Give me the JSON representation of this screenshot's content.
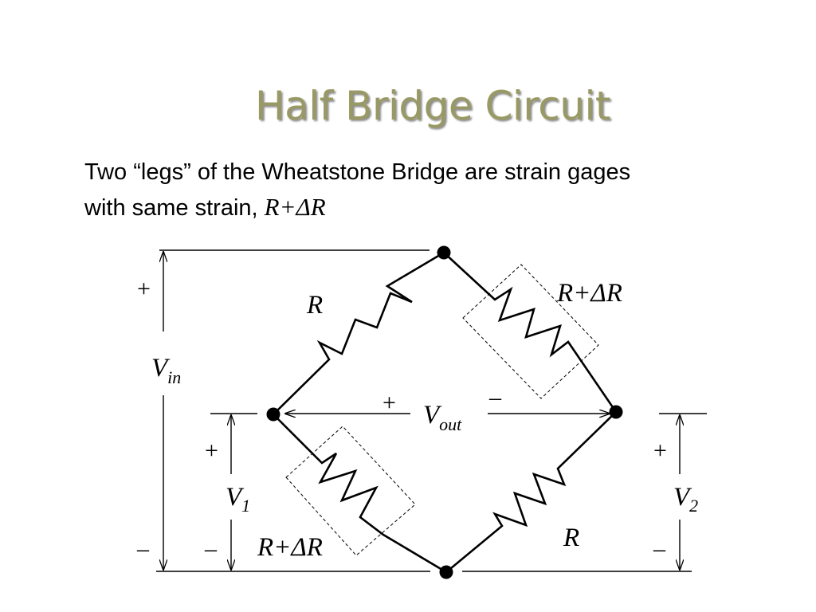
{
  "slide": {
    "title": "Half Bridge Circuit",
    "body_line1": "Two “legs” of the Wheatstone Bridge are strain gages",
    "body_line2_text": "with same strain, ",
    "body_line2_math": "R+ΔR"
  },
  "diagram": {
    "resistor_top_left": "R",
    "resistor_top_right": "R+ΔR",
    "resistor_bottom_left": "R+ΔR",
    "resistor_bottom_right": "R",
    "vin": {
      "main": "V",
      "sub": "in",
      "plus": "+",
      "minus": "–"
    },
    "vout": {
      "main": "V",
      "sub": "out",
      "plus": "+",
      "minus": "–"
    },
    "v1": {
      "main": "V",
      "sub": "1",
      "plus": "+",
      "minus": "–"
    },
    "v2": {
      "main": "V",
      "sub": "2",
      "plus": "+",
      "minus": "–"
    }
  }
}
